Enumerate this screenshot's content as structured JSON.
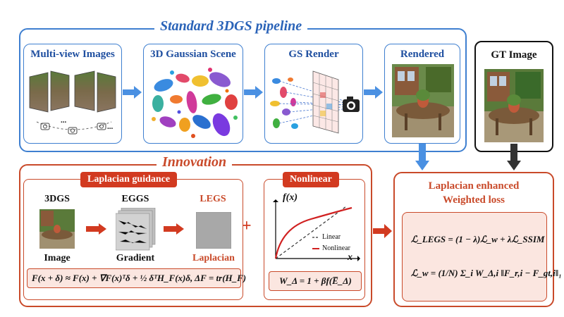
{
  "pipeline": {
    "title": "Standard 3DGS pipeline",
    "stages": [
      {
        "title": "Multi-view Images"
      },
      {
        "title": "3D Gaussian Scene"
      },
      {
        "title": "GS Render"
      },
      {
        "title": "Rendered"
      }
    ],
    "ellipsis": "..."
  },
  "gt": {
    "title": "GT Image"
  },
  "innovation": {
    "title": "Innovation",
    "laplacian": {
      "pill": "Laplacian guidance",
      "col1_top": "3DGS",
      "col1_bottom": "Image",
      "col2_top": "EGGS",
      "col2_bottom": "Gradient",
      "col3_top": "LEGS",
      "col3_bottom": "Laplacian",
      "formula": "F(x + δ) ≈ F(x) + ∇F(x)ᵀδ + ½ δᵀH_F(x)δ, ΔF = tr(H_F)"
    },
    "plus": "+",
    "nonlinear": {
      "pill": "Nonlinear",
      "ylabel": "f(x)",
      "xlabel": "x",
      "legend_linear": "Linear",
      "legend_nonlinear": "Nonlinear",
      "formula": "W_Δ = 1 + βf(E̅_Δ)"
    }
  },
  "loss": {
    "title_line1": "Laplacian enhanced",
    "title_line2": "Weighted loss",
    "eq1": "ℒ_LEGS = (1 − λ)ℒ_w + λℒ_SSIM",
    "eq2": "ℒ_w = (1/N) Σ_i W_Δ,i ‖F_r,i − F_gt,i‖₁"
  },
  "colors": {
    "pipeline_blue": "#3e7fd0",
    "innovation_red": "#c94a2a",
    "pill_red": "#d23a20",
    "formula_bg": "#fbe6e0",
    "arrow_blue": "#4a90e2",
    "arrow_dark": "#333333"
  }
}
